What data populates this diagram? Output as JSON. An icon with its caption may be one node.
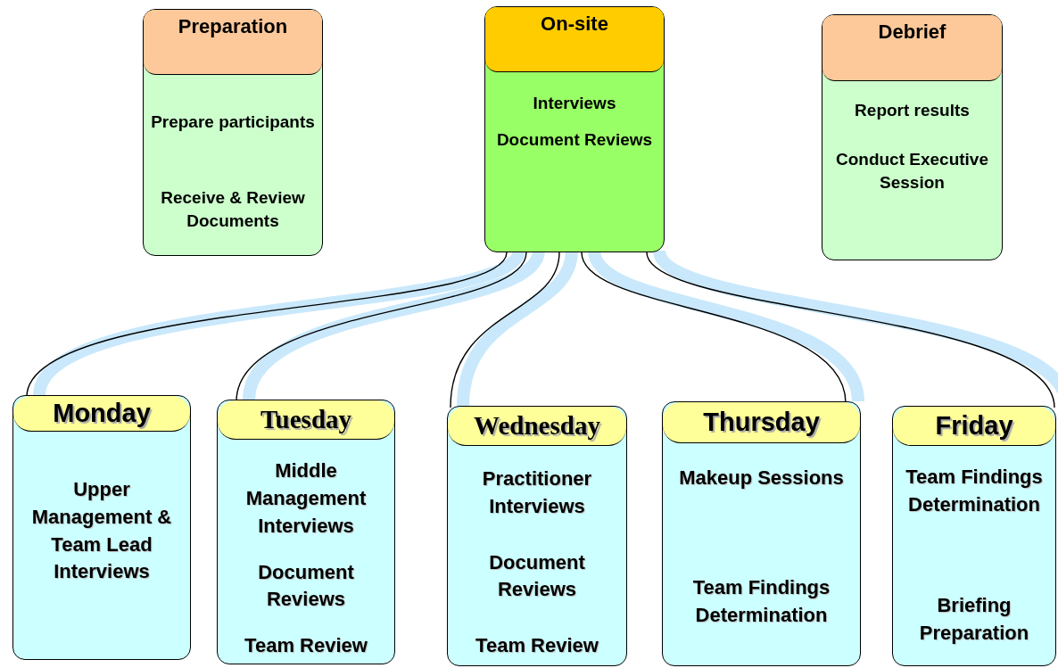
{
  "diagram": {
    "nodes": [
      {
        "text": [
          "Preparation",
          "Prepare participants",
          "Receive & Review Documents"
        ]
      },
      {
        "text": [
          "On-site",
          "Interviews",
          "Document Reviews"
        ]
      },
      {
        "text": [
          "Debrief",
          "Report results",
          "Conduct Executive Session"
        ]
      },
      {
        "text": [
          "Monday",
          "Upper Management & Team Lead Interviews"
        ]
      },
      {
        "text": [
          "Tuesday",
          "Middle Management Interviews",
          "Document Reviews",
          "Team Review"
        ]
      },
      {
        "text": [
          "Wednesday",
          "Practitioner Interviews",
          "Document Reviews",
          "Team Review"
        ]
      },
      {
        "text": [
          "Thursday",
          "Makeup Sessions",
          "Team Findings Determination"
        ]
      },
      {
        "text": [
          "Friday",
          "Team Findings Determination",
          "Briefing Preparation"
        ]
      }
    ],
    "edges": [
      {
        "from": 1,
        "to": 3,
        "arrow": "none"
      },
      {
        "from": 1,
        "to": 4,
        "arrow": "none"
      },
      {
        "from": 1,
        "to": 5,
        "arrow": "none"
      },
      {
        "from": 1,
        "to": 6,
        "arrow": "none"
      },
      {
        "from": 1,
        "to": 7,
        "arrow": "none"
      }
    ]
  }
}
